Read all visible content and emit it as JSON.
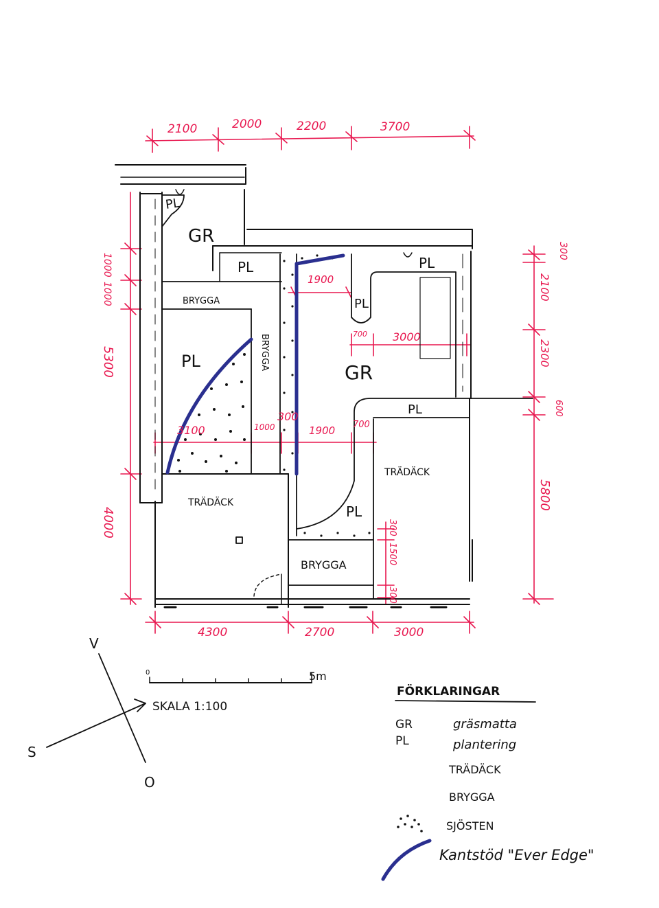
{
  "dimensions": {
    "top": [
      "2100",
      "2000",
      "2200",
      "3700"
    ],
    "bottom": [
      "4300",
      "2700",
      "3000"
    ],
    "left": [
      "1000",
      "1000",
      "5300",
      "4000"
    ],
    "right": [
      "300",
      "2100",
      "2300",
      "600",
      "5800"
    ],
    "inner": [
      "1900",
      "700",
      "3000",
      "3100",
      "1000",
      "300",
      "1900",
      "700",
      "300",
      "1500",
      "300"
    ]
  },
  "areas": {
    "pl": "PL",
    "gr": "GR",
    "brygga_label": "BRYGGA",
    "tradack_label": "TRÄDÄCK"
  },
  "scale": {
    "zero": "0",
    "five": "5m",
    "label": "SKALA 1:100"
  },
  "compass": {
    "north": "V",
    "south": "O",
    "west": "S"
  },
  "legend": {
    "title": "FÖRKLARINGAR",
    "items": [
      {
        "code": "GR",
        "text": "gräsmatta"
      },
      {
        "code": "PL",
        "text": "plantering"
      },
      {
        "code": "",
        "text": "TRÄDÄCK"
      },
      {
        "code": "",
        "text": "BRYGGA"
      },
      {
        "code": "",
        "text": "SJÖSTEN"
      },
      {
        "code": "",
        "text": "Kantstöd \"Ever Edge\""
      }
    ]
  },
  "colors": {
    "dimension": "#e8174f",
    "edge": "#2a2f8f",
    "ink": "#111111"
  }
}
